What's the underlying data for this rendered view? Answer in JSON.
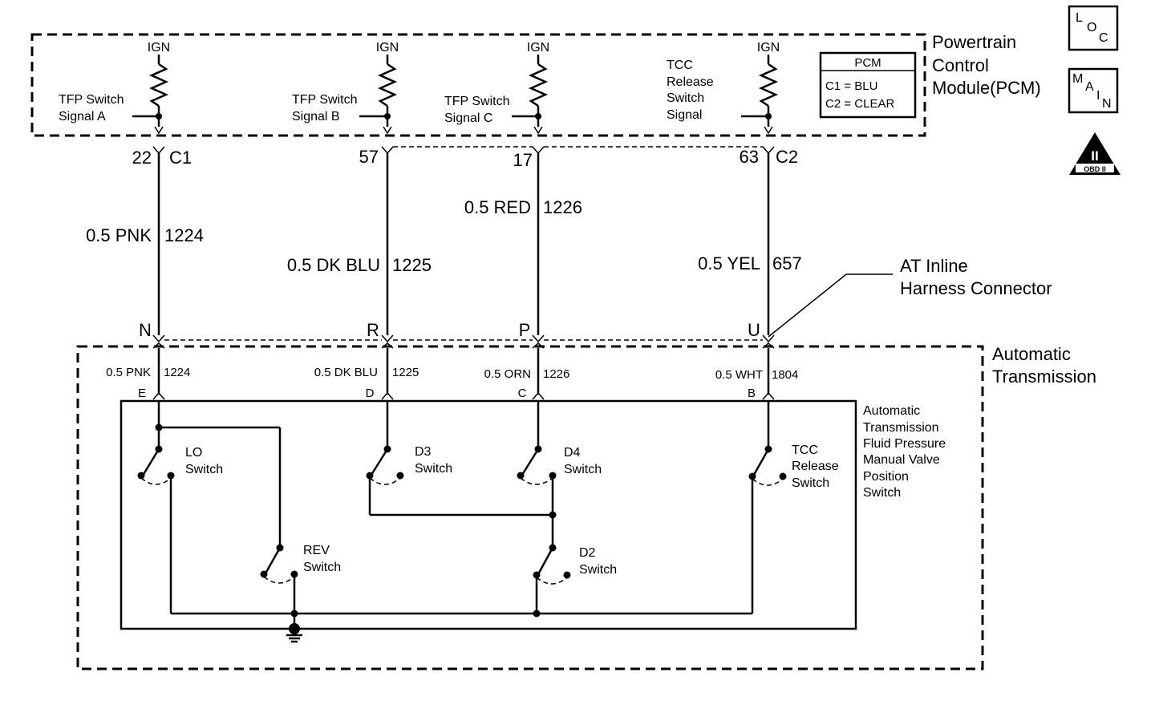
{
  "pcm": {
    "title_line1": "Powertrain",
    "title_line2": "Control",
    "title_line3": "Module(PCM)",
    "legend_title": "PCM",
    "legend_c1": "C1  =  BLU",
    "legend_c2": "C2  =  CLEAR",
    "ign": "IGN",
    "sig_a_1": "TFP Switch",
    "sig_a_2": "Signal A",
    "sig_b_1": "TFP Switch",
    "sig_b_2": "Signal B",
    "sig_c_1": "TFP Switch",
    "sig_c_2": "Signal C",
    "tcc_1": "TCC",
    "tcc_2": "Release",
    "tcc_3": "Switch",
    "tcc_4": "Signal"
  },
  "icons": {
    "loc": [
      "L",
      "O",
      "C"
    ],
    "main": [
      "M",
      "A",
      "I",
      "N"
    ],
    "obd_numeral": "II",
    "obd_text": "OBD II"
  },
  "pins": {
    "p22": "22",
    "c1": "C1",
    "p57": "57",
    "p17": "17",
    "p63": "63",
    "c2": "C2"
  },
  "wires_upper": {
    "w1": "0.5 PNK",
    "c1": "1224",
    "w2": "0.5 DK BLU",
    "c2": "1225",
    "w3": "0.5 RED",
    "c3": "1226",
    "w4": "0.5 YEL",
    "c4": "657"
  },
  "harness": {
    "line1": "AT Inline",
    "line2": "Harness Connector",
    "n": "N",
    "r": "R",
    "p": "P",
    "u": "U"
  },
  "trans": {
    "title_line1": "Automatic",
    "title_line2": "Transmission",
    "w1": "0.5 PNK",
    "c1": "1224",
    "w2": "0.5 DK BLU",
    "c2": "1225",
    "w3": "0.5 ORN",
    "c3": "1226",
    "w4": "0.5 WHT",
    "c4": "1804",
    "e": "E",
    "d": "D",
    "c": "C",
    "b": "B"
  },
  "switch_assembly": {
    "lines": [
      "Automatic",
      "Transmission",
      "Fluid Pressure",
      "Manual Valve",
      "Position",
      "Switch"
    ],
    "lo_1": "LO",
    "lo_2": "Switch",
    "d3_1": "D3",
    "d3_2": "Switch",
    "d4_1": "D4",
    "d4_2": "Switch",
    "tcc_1": "TCC",
    "tcc_2": "Release",
    "tcc_3": "Switch",
    "rev_1": "REV",
    "rev_2": "Switch",
    "d2_1": "D2",
    "d2_2": "Switch"
  }
}
